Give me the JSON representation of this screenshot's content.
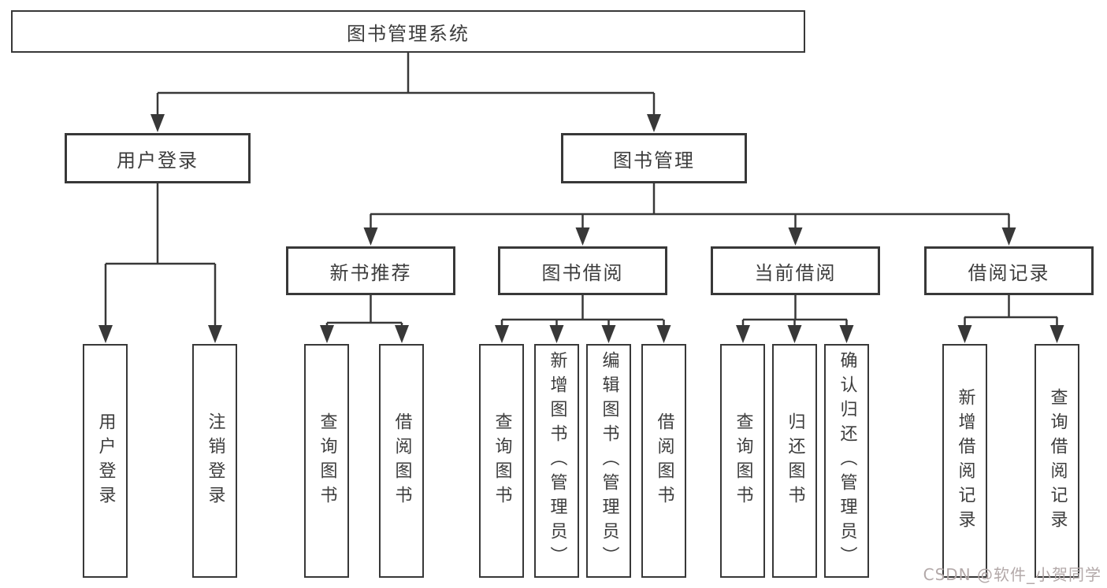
{
  "tree": {
    "label": "图书管理系统",
    "children": [
      {
        "label": "用户登录",
        "children": [
          {
            "label": "用户登录"
          },
          {
            "label": "注销登录"
          }
        ]
      },
      {
        "label": "图书管理",
        "children": [
          {
            "label": "新书推荐",
            "children": [
              {
                "label": "查询图书"
              },
              {
                "label": "借阅图书"
              }
            ]
          },
          {
            "label": "图书借阅",
            "children": [
              {
                "label": "查询图书"
              },
              {
                "label": "新增图书（管理员）"
              },
              {
                "label": "编辑图书（管理员）"
              },
              {
                "label": "借阅图书"
              }
            ]
          },
          {
            "label": "当前借阅",
            "children": [
              {
                "label": "查询图书"
              },
              {
                "label": "归还图书"
              },
              {
                "label": "确认归还（管理员）"
              }
            ]
          },
          {
            "label": "借阅记录",
            "children": [
              {
                "label": "新增借阅记录"
              },
              {
                "label": "查询借阅记录"
              }
            ]
          }
        ]
      }
    ]
  },
  "watermark": {
    "text": "CSDN @软件_小贺同学"
  },
  "colors": {
    "line": "#383838",
    "text": "#3d3d3d",
    "watermark": "#b3a9a9",
    "background": "#ffffff"
  }
}
